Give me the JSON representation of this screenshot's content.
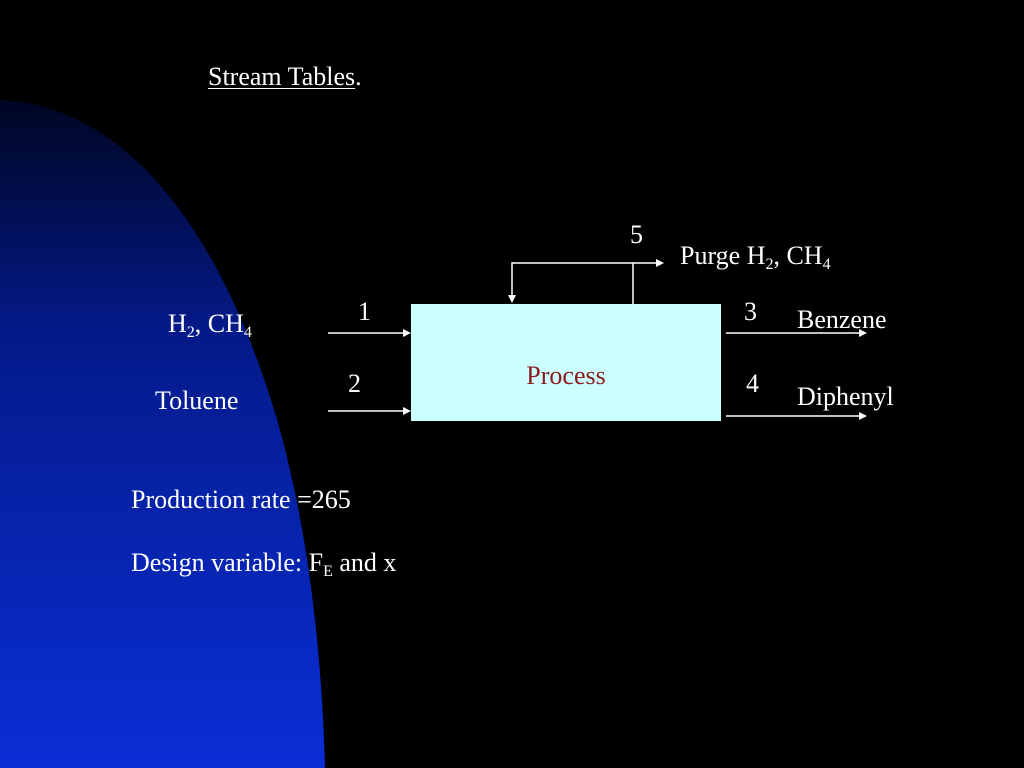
{
  "slide": {
    "title": "Stream Tables",
    "title_suffix": ".",
    "background_color": "#000000",
    "shape_gradient": [
      "#000622",
      "#0a2fd6"
    ]
  },
  "diagram": {
    "process_label": "Process",
    "process_fill": "#ccffff",
    "process_text_color": "#8b1a1a",
    "streams": {
      "s1": "1",
      "s2": "2",
      "s3": "3",
      "s4": "4",
      "s5": "5"
    },
    "inputs": {
      "feed1_base": "H",
      "feed1_sub1": "2",
      "feed1_mid": ", CH",
      "feed1_sub2": "4",
      "feed2": "Toluene"
    },
    "outputs": {
      "purge_base": "Purge H",
      "purge_sub1": "2",
      "purge_mid": ", CH",
      "purge_sub2": "4",
      "product1": "Benzene",
      "product2": "Diphenyl"
    }
  },
  "notes": {
    "production_rate": "Production rate =265",
    "design_prefix": "Design variable: F",
    "design_sub": "E",
    "design_suffix": " and x"
  }
}
